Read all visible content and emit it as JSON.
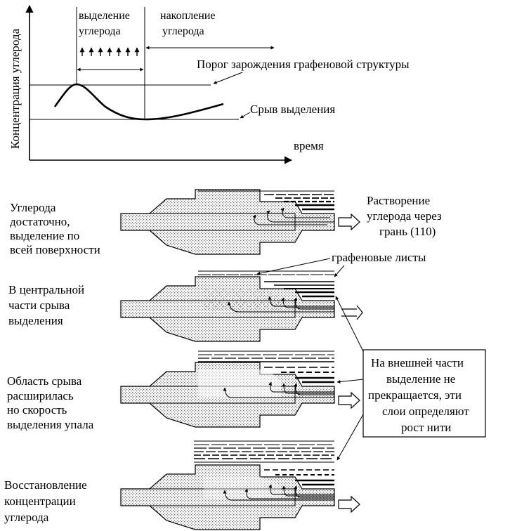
{
  "graph": {
    "y_axis_label": "Концентрация углерода",
    "x_axis_label": "время",
    "phase_release": [
      "выделение",
      "углерода"
    ],
    "phase_accumulation": [
      "накопление",
      "углерода"
    ],
    "threshold_label": "Порог зарождения графеновой структуры",
    "stop_label": "Срыв выделения"
  },
  "stages": [
    {
      "lines": [
        "Углерода",
        "достаточно,",
        "выделение по",
        "всей поверхности"
      ]
    },
    {
      "lines": [
        "В центральной",
        "части срыва",
        "выделения"
      ]
    },
    {
      "lines": [
        "Область срыва",
        "расширилась",
        "но скорость",
        "выделения упала"
      ]
    },
    {
      "lines": [
        "Восстановление",
        "концентрации",
        "углерода"
      ]
    }
  ],
  "annotations": {
    "dissolution": [
      "Растворение",
      "углерода через",
      "грань (110)"
    ],
    "graphene_sheets": "графеновые листы",
    "outer_box": [
      "На внешней части",
      "выделение не",
      "прекращается, эти",
      "слои определяют",
      "рост нити"
    ]
  },
  "colors": {
    "ink": "#000000",
    "stipple": "#9a9a9a",
    "background": "#ffffff"
  }
}
